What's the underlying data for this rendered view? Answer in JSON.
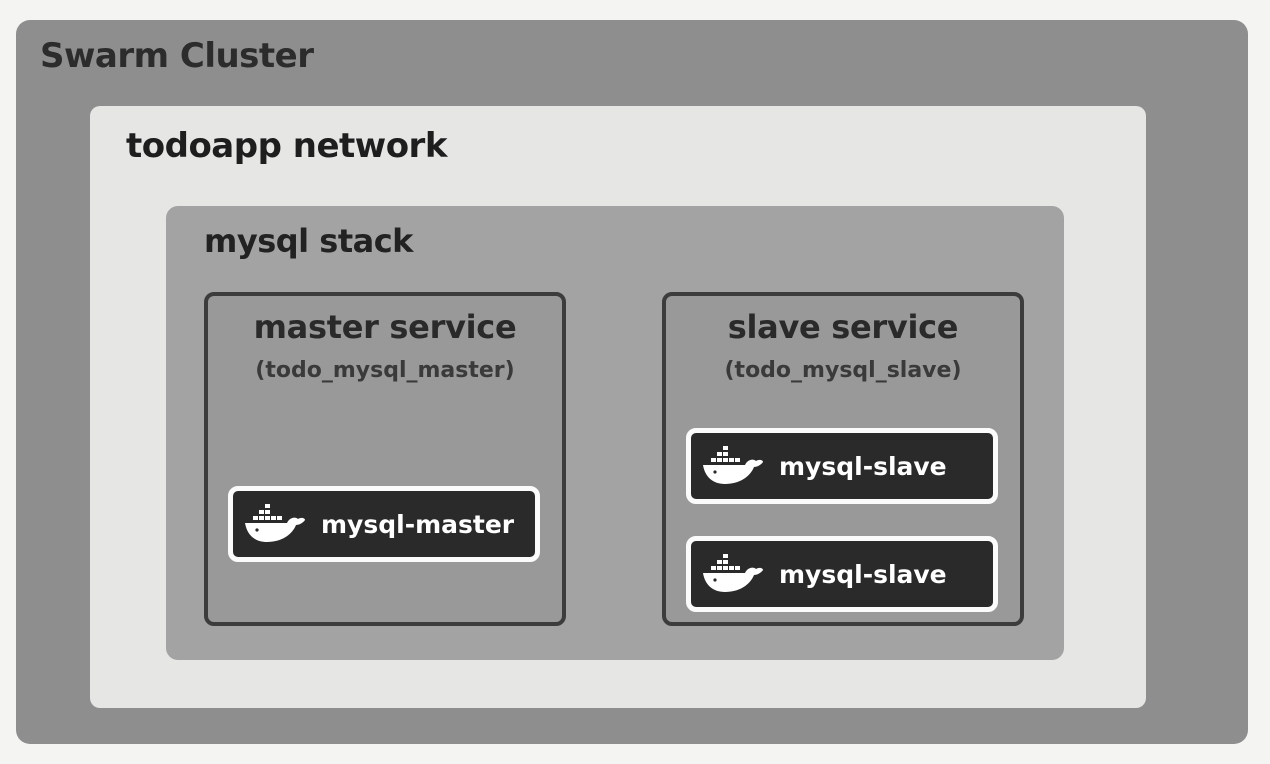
{
  "cluster": {
    "title": "Swarm Cluster"
  },
  "network": {
    "title": "todoapp network"
  },
  "stack": {
    "title": "mysql stack",
    "services": [
      {
        "title": "master service",
        "subtitle": "(todo_mysql_master)",
        "containers": [
          {
            "label": "mysql-master",
            "icon": "docker-whale-icon"
          }
        ]
      },
      {
        "title": "slave service",
        "subtitle": "(todo_mysql_slave)",
        "containers": [
          {
            "label": "mysql-slave",
            "icon": "docker-whale-icon"
          },
          {
            "label": "mysql-slave",
            "icon": "docker-whale-icon"
          }
        ]
      }
    ]
  },
  "colors": {
    "cluster_bg": "#8e8e8e",
    "network_bg": "#e6e6e4",
    "stack_bg": "#a3a3a3",
    "service_bg": "#999999",
    "container_bg": "#2a2a2a",
    "container_text": "#ffffff"
  }
}
